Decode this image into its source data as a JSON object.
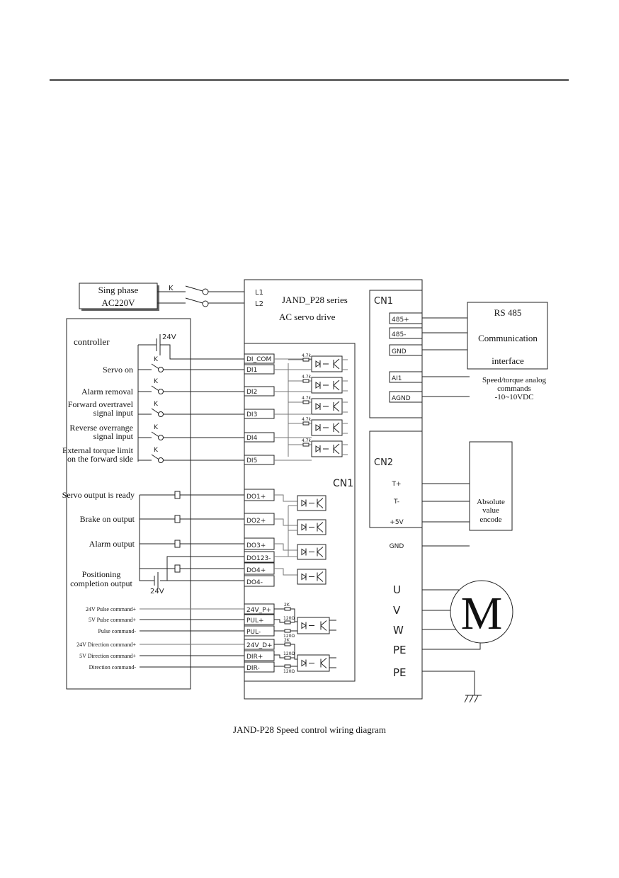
{
  "power": {
    "line1": "Sing phase",
    "line2": "AC220V",
    "switch_label": "K",
    "terminals": [
      "L1",
      "L2"
    ]
  },
  "drive": {
    "title": "JAND_P28 series",
    "subtitle": "AC servo drive",
    "cn1_label": "CN1",
    "cn1_right_label": "CN1",
    "cn2_label": "CN2"
  },
  "controller": {
    "title": "controller",
    "battery_label": "24V",
    "switch_label": "K",
    "inputs": [
      {
        "label": [
          "Servo on"
        ],
        "pin": "DI1"
      },
      {
        "label": [
          "Alarm removal"
        ],
        "pin": "DI2"
      },
      {
        "label": [
          "Forward overtravel",
          "signal input"
        ],
        "pin": "DI3"
      },
      {
        "label": [
          "Reverse overrange",
          "signal input"
        ],
        "pin": "DI4"
      },
      {
        "label": [
          "External torque limit",
          "on the forward side"
        ],
        "pin": "DI5"
      }
    ],
    "com_pin": "DI_COM",
    "resistor_label": "4.7k",
    "outputs": [
      {
        "label": [
          "Servo output is ready"
        ],
        "pin": "DO1+"
      },
      {
        "label": [
          "Brake on output"
        ],
        "pin": "DO2+"
      },
      {
        "label": [
          "Alarm output"
        ],
        "pin": "DO3+"
      },
      {
        "label": [
          "Positioning",
          "completion output"
        ],
        "pin": "DO4+"
      }
    ],
    "output_common_pins": [
      "DO123-",
      "DO4-"
    ],
    "output_battery_label": "24V",
    "pulse": [
      {
        "label": "24V Pulse command+",
        "pin": "24V_P+"
      },
      {
        "label": "5V Pulse command+",
        "pin": "PUL+"
      },
      {
        "label": "Pulse command-",
        "pin": "PUL-"
      },
      {
        "label": "24V Direction command+",
        "pin": "24V_D+"
      },
      {
        "label": "5V Direction command+",
        "pin": "DIR+"
      },
      {
        "label": "Direction command-",
        "pin": "DIR-"
      }
    ],
    "pulse_resistors": [
      "2K",
      "120Ω",
      "120Ω"
    ]
  },
  "cn1_comm": {
    "pins": [
      "485+",
      "485-",
      "GND",
      "AI1",
      "AGND"
    ],
    "rs485": [
      "RS 485",
      "Communication",
      "interface"
    ],
    "analog": [
      "Speed/torque analog",
      "commands",
      "-10~10VDC"
    ]
  },
  "cn2": {
    "pins": [
      "T+",
      "T-",
      "+5V",
      "GND"
    ],
    "encoder": [
      "Absolute",
      "value",
      "encode"
    ]
  },
  "motor": {
    "label": "M",
    "terminals": [
      "U",
      "V",
      "W",
      "PE",
      "PE"
    ]
  },
  "caption": "JAND-P28 Speed control wiring diagram"
}
